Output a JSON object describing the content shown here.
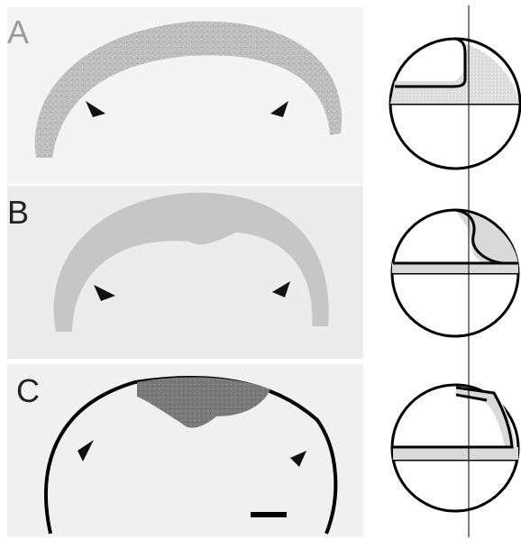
{
  "panels": [
    {
      "label": "A"
    },
    {
      "label": "B"
    },
    {
      "label": "C"
    }
  ],
  "colors": {
    "tissue_light": "#c9c9c9",
    "tissue_mid": "#a9a9a9",
    "tissue_dark": "#6e6e6e",
    "outline": "#000000",
    "background_haze": "#ececec"
  },
  "icons": [
    "arrowhead-icon",
    "scale-bar",
    "sphere-schematic"
  ]
}
